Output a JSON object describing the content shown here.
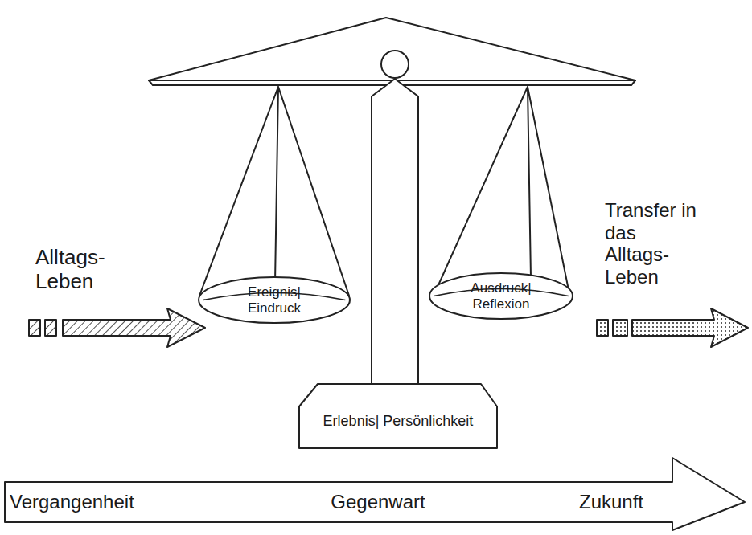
{
  "diagram": {
    "nodes": [
      {
        "text": [
          "Ereignis| Eindruck"
        ]
      },
      {
        "text": [
          "Ausdruck| Reflexion"
        ]
      },
      {
        "text": [
          "Erlebnis| Persönlichkeit"
        ]
      },
      {
        "text": [
          "Vergangenheit",
          "Gegenwart",
          "Zukunft"
        ]
      }
    ],
    "labels": [
      "Alltags- Leben",
      "Transfer in das Alltags- Leben"
    ]
  }
}
